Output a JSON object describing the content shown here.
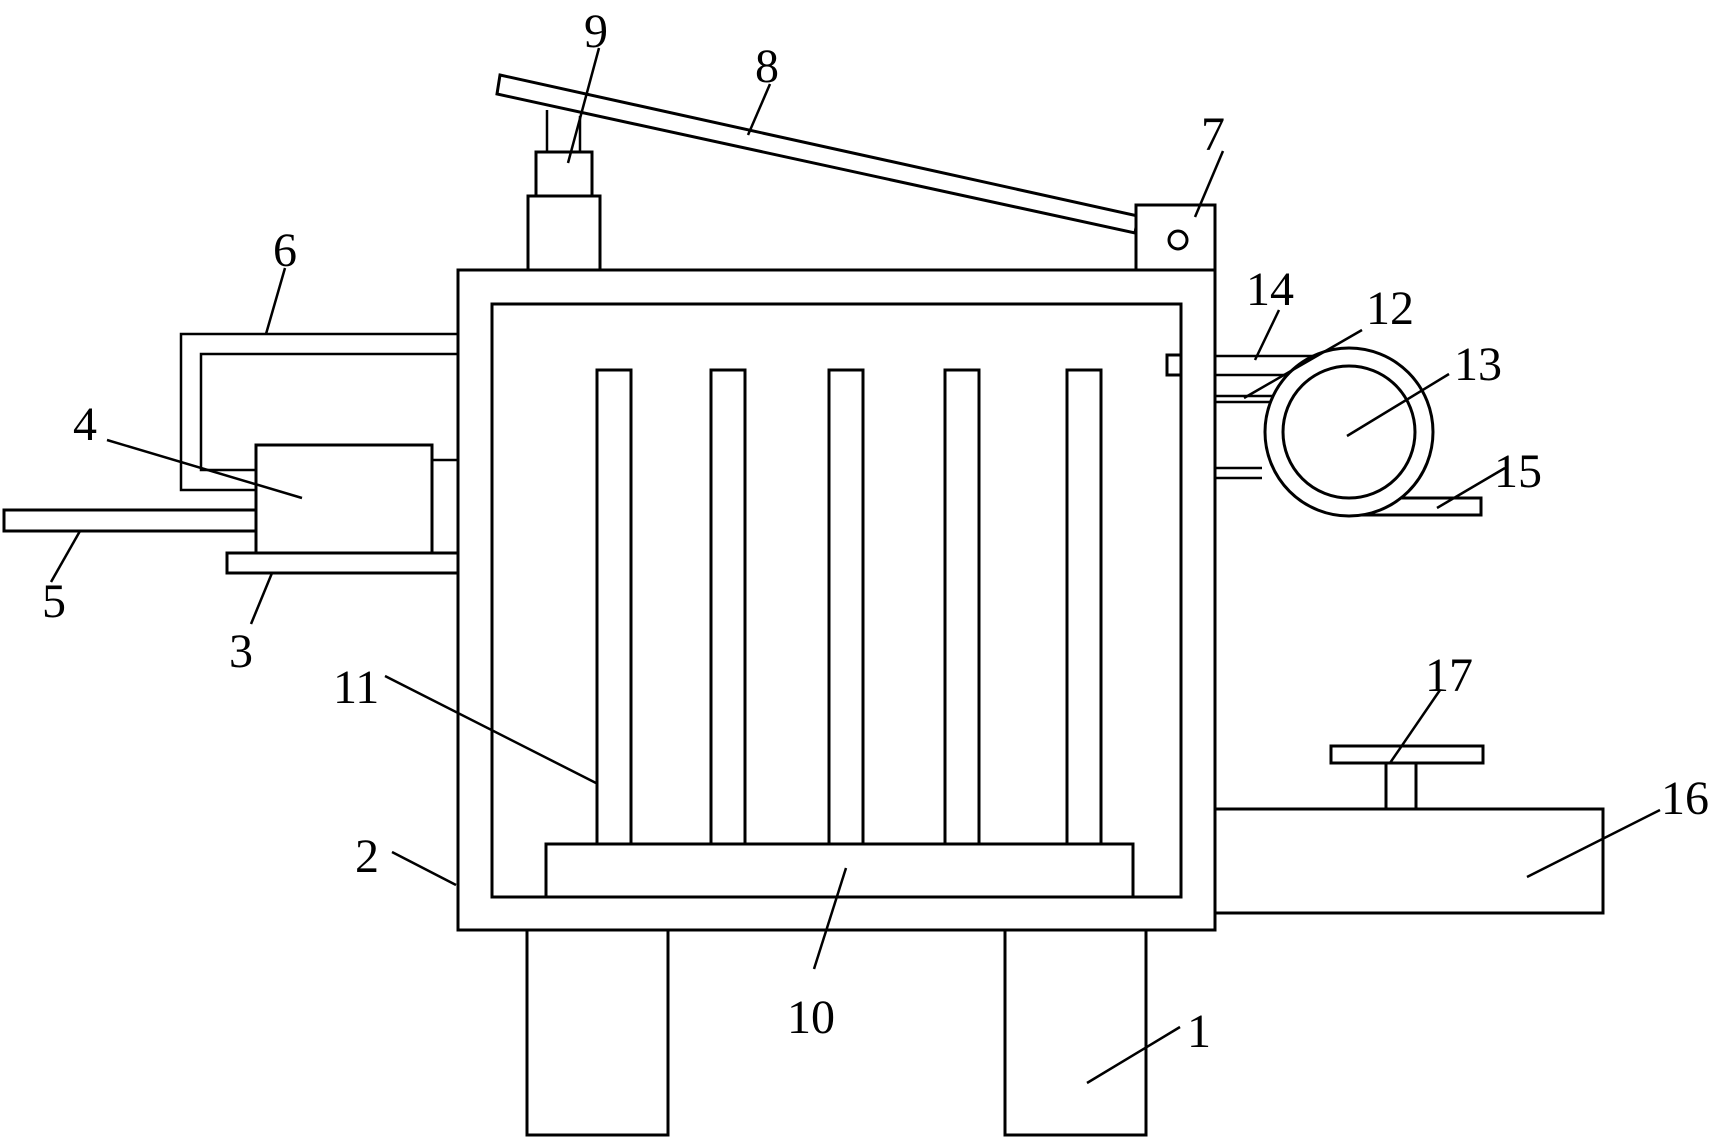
{
  "colors": {
    "stroke": "#000000",
    "background": "#ffffff"
  },
  "callouts": {
    "n1": "1",
    "n2": "2",
    "n3": "3",
    "n4": "4",
    "n5": "5",
    "n6": "6",
    "n7": "7",
    "n8": "8",
    "n9": "9",
    "n10": "10",
    "n11": "11",
    "n12": "12",
    "n13": "13",
    "n14": "14",
    "n15": "15",
    "n16": "16",
    "n17": "17"
  }
}
